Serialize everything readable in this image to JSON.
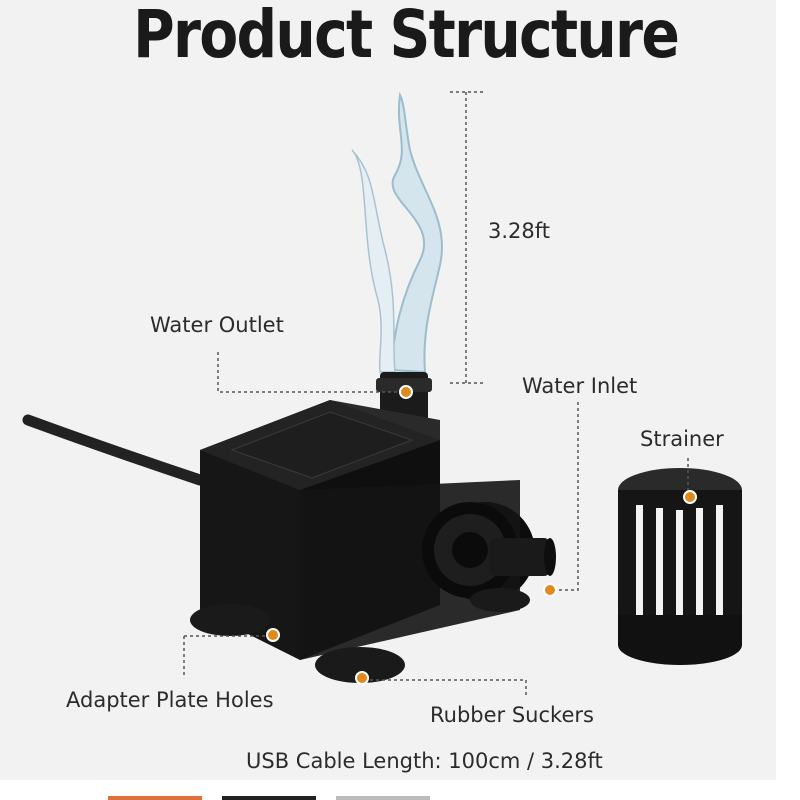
{
  "title": "Product Structure",
  "labels": {
    "height": "3.28ft",
    "water_outlet": "Water Outlet",
    "water_inlet": "Water Inlet",
    "strainer": "Strainer",
    "adapter_plate_holes": "Adapter Plate Holes",
    "rubber_suckers": "Rubber Suckers",
    "cable_length": "USB Cable Length: 100cm / 3.28ft"
  },
  "colors": {
    "background": "#f2f2f2",
    "pump_body": "#141414",
    "marker": "#e08a1e",
    "text": "#2b2b2b"
  }
}
